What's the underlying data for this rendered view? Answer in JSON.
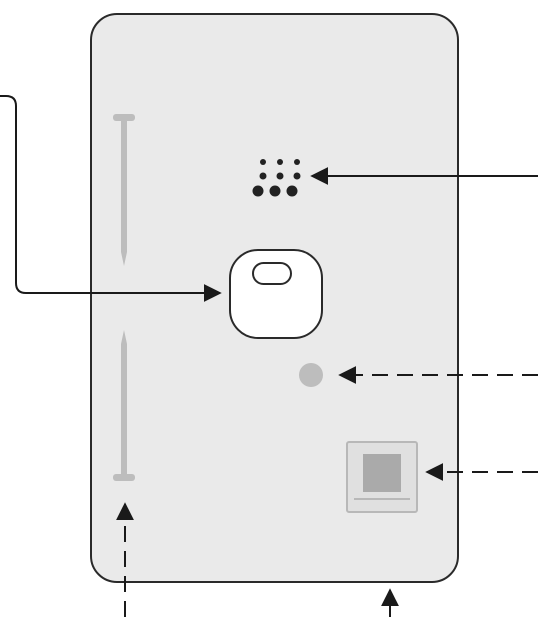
{
  "diagram": {
    "colors": {
      "background": "#ffffff",
      "device_fill": "#eaeaea",
      "device_outline": "#2a2a2a",
      "leader_line": "#1a1a1a",
      "component_gray": "#bdbdbd",
      "component_dark_gray": "#aaaaaa",
      "dot_dark": "#222222",
      "button_fill": "#ffffff",
      "sensor_square": "#b3b3b3"
    },
    "components": {
      "device_body": {
        "icon": "rounded-rectangle"
      },
      "speaker_grille": {
        "icon": "dot-grid-icon",
        "top_row_dots": 3,
        "bottom_row_dots": 3
      },
      "main_button": {
        "icon": "rounded-square-button"
      },
      "button_slot": {
        "icon": "pill-slot-icon"
      },
      "indicator_light": {
        "icon": "circle-icon"
      },
      "sensor_window": {
        "icon": "square-window-icon"
      },
      "upper_pin": {
        "icon": "pin-icon"
      },
      "lower_pin": {
        "icon": "pin-icon"
      }
    },
    "callouts": {
      "speaker_grille": {
        "line_style": "solid",
        "arrow": "left"
      },
      "main_button": {
        "line_style": "solid",
        "arrow": "right"
      },
      "indicator_light": {
        "line_style": "dashed",
        "arrow": "left"
      },
      "sensor_window": {
        "line_style": "dashed",
        "arrow": "left"
      },
      "lower_pin": {
        "line_style": "dashed",
        "arrow": "up"
      },
      "bottom_edge": {
        "line_style": "solid",
        "arrow": "up"
      }
    }
  }
}
